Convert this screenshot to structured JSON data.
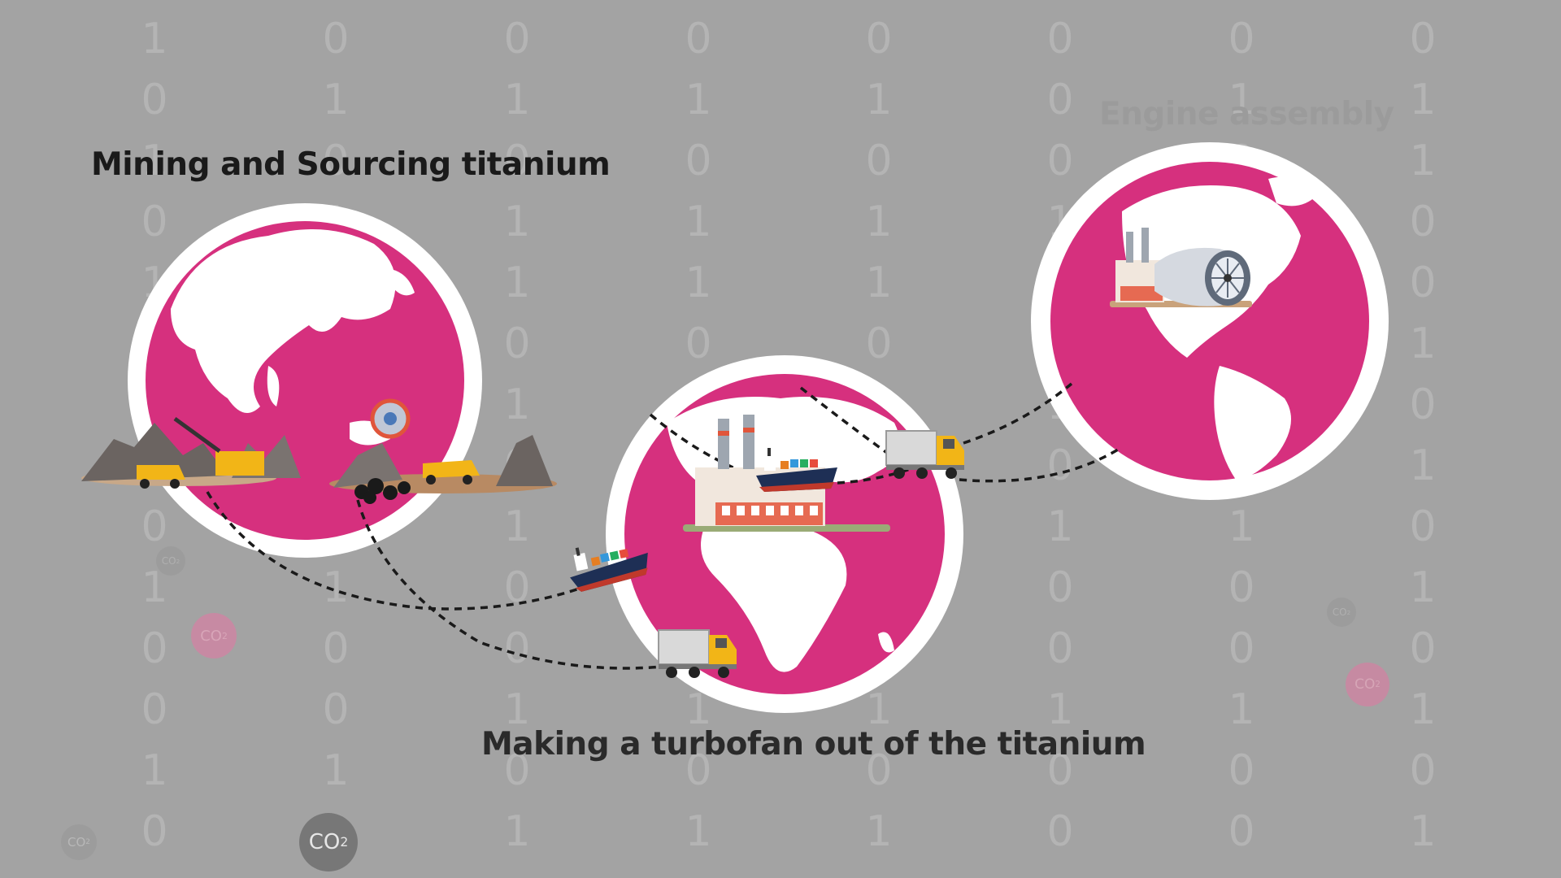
{
  "labels": {
    "mining": "Mining and Sourcing titanium",
    "turbofan": "Making a turbofan out of the titanium",
    "assembly": "Engine assembly"
  },
  "co2_badges": [
    {
      "text": "CO",
      "sub": "2",
      "style": "dark"
    },
    {
      "text": "CO",
      "sub": "2",
      "style": "faint"
    },
    {
      "text": "CO",
      "sub": "2",
      "style": "faint"
    },
    {
      "text": "CO",
      "sub": "2",
      "style": "faint-pink"
    },
    {
      "text": "CO",
      "sub": "2",
      "style": "faint"
    },
    {
      "text": "CO",
      "sub": "2",
      "style": "faint-pink"
    }
  ],
  "binary_columns": [
    [
      "1",
      "0",
      "1",
      "0",
      "1",
      "0",
      "0",
      "1",
      "0",
      "1",
      "0",
      "0",
      "1",
      "0"
    ],
    [
      "0",
      "1",
      "0",
      "1",
      "0",
      "1",
      "1",
      "0",
      "0",
      "1",
      "0",
      "0",
      "1",
      "0"
    ],
    [
      "0",
      "1",
      "0",
      "1",
      "1",
      "0",
      "1",
      "0",
      "1",
      "0",
      "0",
      "1",
      "0",
      "1"
    ],
    [
      "0",
      "1",
      "0",
      "1",
      "1",
      "0",
      "1",
      "0",
      "1",
      "0",
      "0",
      "1",
      "0",
      "1"
    ],
    [
      "0",
      "1",
      "0",
      "1",
      "1",
      "0",
      "1",
      "0",
      "1",
      "0",
      "0",
      "1",
      "0",
      "1"
    ],
    [
      "0",
      "0",
      "0",
      "1",
      "1",
      "0",
      "1",
      "0",
      "1",
      "0",
      "0",
      "1",
      "0",
      "0"
    ],
    [
      "0",
      "1",
      "0",
      "1",
      "0",
      "1",
      "1",
      "0",
      "1",
      "0",
      "0",
      "1",
      "0",
      "0"
    ],
    [
      "0",
      "1",
      "1",
      "0",
      "0",
      "1",
      "0",
      "1",
      "0",
      "1",
      "0",
      "1",
      "0",
      "1"
    ]
  ],
  "colors": {
    "background": "#a3a3a3",
    "globe": "#d6307e",
    "globe_ring": "#ffffff",
    "digit": "#b4b4b4",
    "truck_cab": "#f2b517",
    "path": "#1a1a1a"
  },
  "icons": [
    "mining-scene-icon",
    "factory-icon",
    "cargo-ship-icon",
    "truck-icon",
    "turbofan-engine-icon"
  ]
}
